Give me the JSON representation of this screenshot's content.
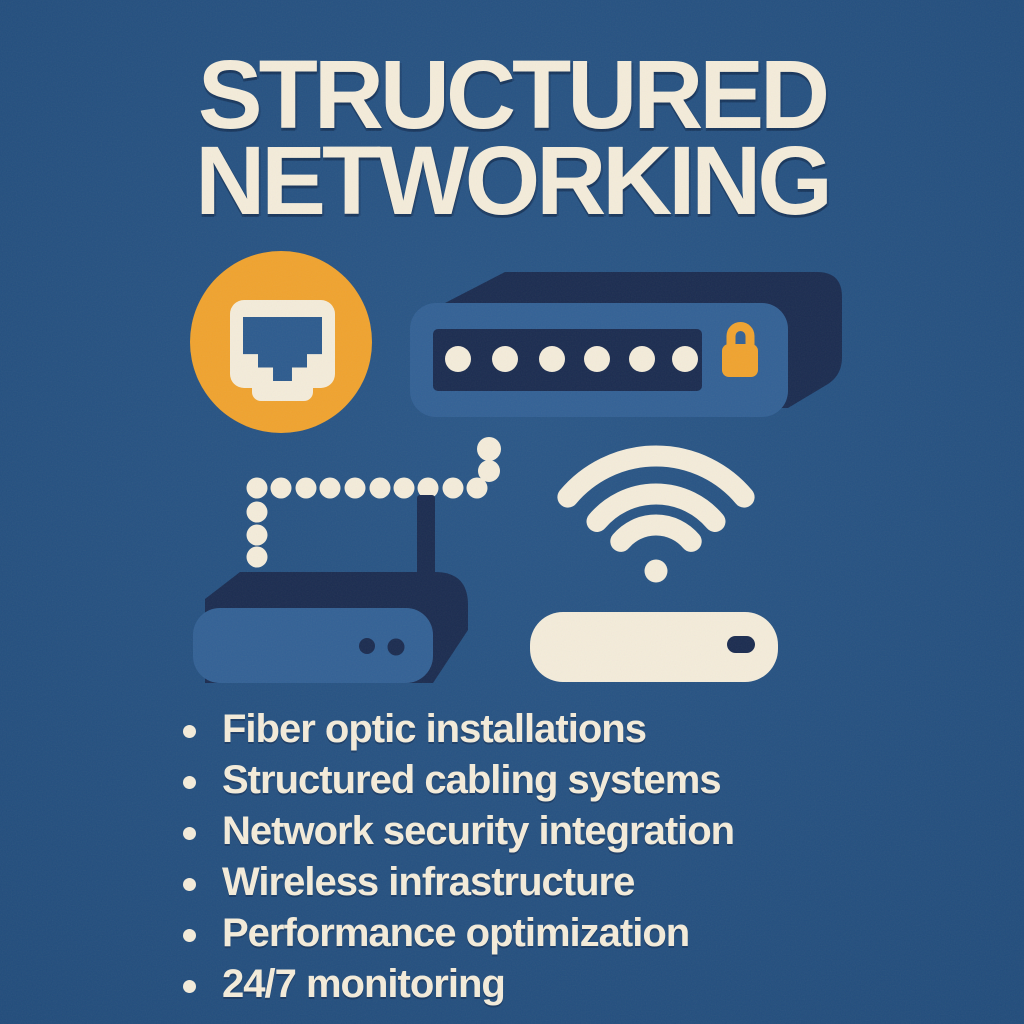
{
  "poster": {
    "title": {
      "line1": "STRUCTURED",
      "line2": "NETWORKING"
    },
    "services": {
      "items": [
        "Fiber optic installations",
        "Structured cabling systems",
        "Network security integration",
        "Wireless infrastructure",
        "Performance optimization",
        "24/7 monitoring"
      ]
    },
    "icons": [
      {
        "name": "ethernet-port-icon",
        "style": "cream jack on orange circle"
      },
      {
        "name": "network-switch-icon",
        "ports": 6,
        "has_lock": true
      },
      {
        "name": "router-icon",
        "antennas": 1,
        "leds": 2
      },
      {
        "name": "wifi-signal-icon",
        "arcs": 3
      },
      {
        "name": "modem-icon"
      },
      {
        "name": "dotted-connection-path"
      }
    ],
    "palette": {
      "background": "#1f4e81",
      "navy": "#1b2c50",
      "device_blue": "#336195",
      "cream": "#f4ecda",
      "orange": "#f0a32f"
    }
  }
}
